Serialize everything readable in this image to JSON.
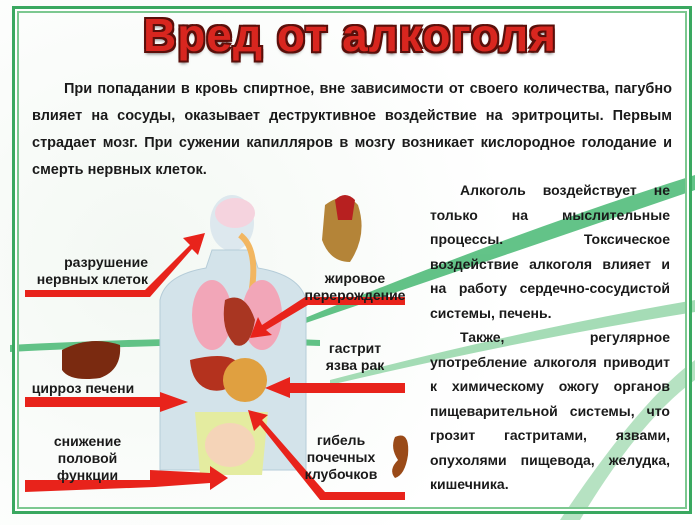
{
  "title": "Вред от алкоголя",
  "intro": "При попадании в кровь спиртное, вне зависимости от своего количества, пагубно влияет на сосуды, оказывает деструктивное воздействие на эритроциты. Первым страдает мозг. При сужении капилляров в мозгу возникает кислородное голодание и смерть нервных клеток.",
  "side": {
    "p1": "Алкоголь воздействует не только на мыслительные процессы. Токсическое воздействие алкоголя влияет и на работу сердечно-сосудистой системы, печень.",
    "p2": "Также, регулярное употребление алкоголя приводит к химическому ожогу органов пищеварительной системы, что грозит гастритами, язвами, опухолями пищевода, желудка, кишечника."
  },
  "labels": {
    "nerve": "разрушение нервных клеток",
    "liver": "цирроз печени",
    "sexual": "снижение половой функции",
    "heart": "жировое перерождение",
    "stomach": "гастрит язва рак",
    "kidney": "гибель почечных клубочков"
  },
  "colors": {
    "title": "#d8261f",
    "arrow": "#e8231b",
    "frame": "#3aa860"
  }
}
